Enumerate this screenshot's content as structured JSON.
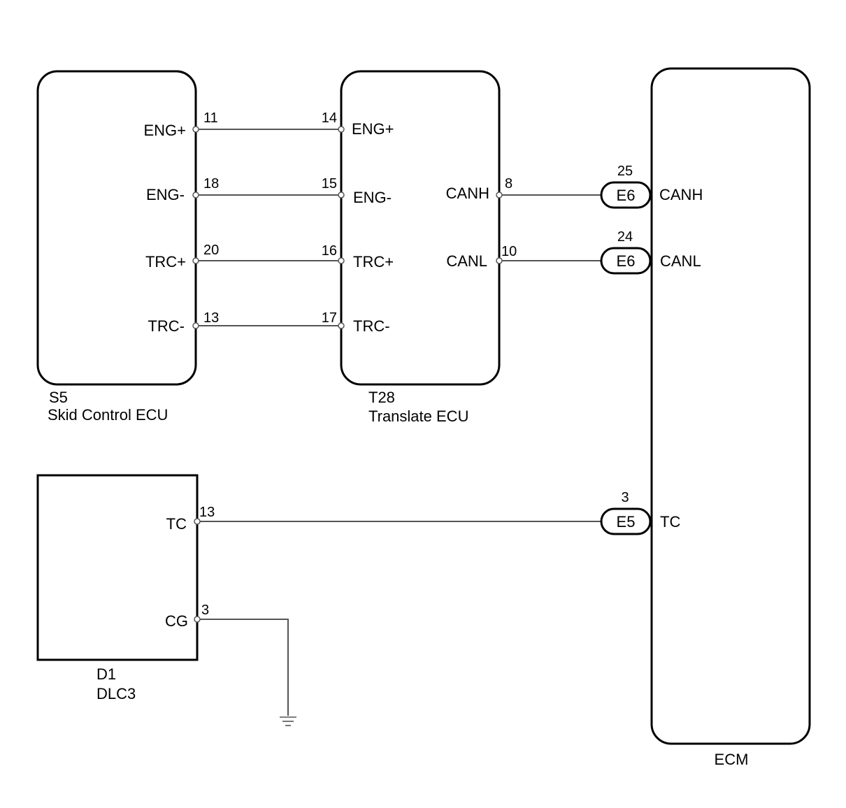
{
  "components": {
    "skid": {
      "code": "S5",
      "name": "Skid Control ECU",
      "pins": {
        "eng_plus": "ENG+",
        "eng_minus": "ENG-",
        "trc_plus": "TRC+",
        "trc_minus": "TRC-"
      }
    },
    "translate": {
      "code": "T28",
      "name": "Translate ECU",
      "pins": {
        "eng_plus": "ENG+",
        "eng_minus": "ENG-",
        "trc_plus": "TRC+",
        "trc_minus": "TRC-",
        "canh": "CANH",
        "canl": "CANL"
      }
    },
    "ecm": {
      "name": "ECM",
      "pins": {
        "canh": "CANH",
        "canl": "CANL",
        "tc": "TC"
      }
    },
    "dlc": {
      "code": "D1",
      "name": "DLC3",
      "pins": {
        "tc": "TC",
        "cg": "CG"
      }
    }
  },
  "connectors": {
    "canh": {
      "id": "E6",
      "pin": "25"
    },
    "canl": {
      "id": "E6",
      "pin": "24"
    },
    "tc": {
      "id": "E5",
      "pin": "3"
    }
  },
  "pin_numbers": {
    "skid_eng_plus": "11",
    "skid_eng_minus": "18",
    "skid_trc_plus": "20",
    "skid_trc_minus": "13",
    "tr_eng_plus": "14",
    "tr_eng_minus": "15",
    "tr_trc_plus": "16",
    "tr_trc_minus": "17",
    "tr_canh": "8",
    "tr_canl": "10",
    "dlc_tc": "13",
    "dlc_cg": "3"
  }
}
